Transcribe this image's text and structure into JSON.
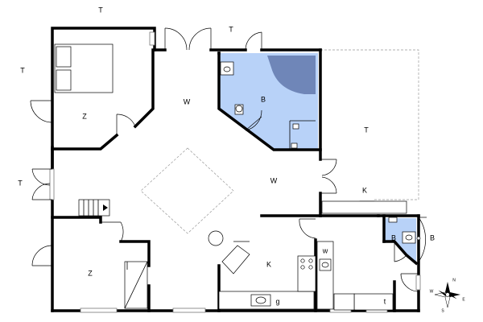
{
  "labels": {
    "terrace_top": "T",
    "terrace_top_right": "T",
    "terrace_left_top": "T",
    "terrace_left_bottom": "T",
    "terrace_right": "T",
    "bedroom_top": "Z",
    "bedroom_bottom": "Z",
    "living_left": "W",
    "living_right": "W",
    "bathroom_main": "B",
    "bathroom_small": "B",
    "bathroom_outside": "B",
    "kitchen_main": "K",
    "kitchen_right": "K",
    "utility": "w",
    "fixture_g": "g",
    "fixture_t": "t"
  },
  "compass": {
    "n": "N",
    "e": "E",
    "s": "S",
    "w": "W"
  },
  "colors": {
    "bathroom_fill": "#b8d2f8",
    "shower_fill": "#6f86b8",
    "wall": "#000000",
    "window": "#777777"
  }
}
